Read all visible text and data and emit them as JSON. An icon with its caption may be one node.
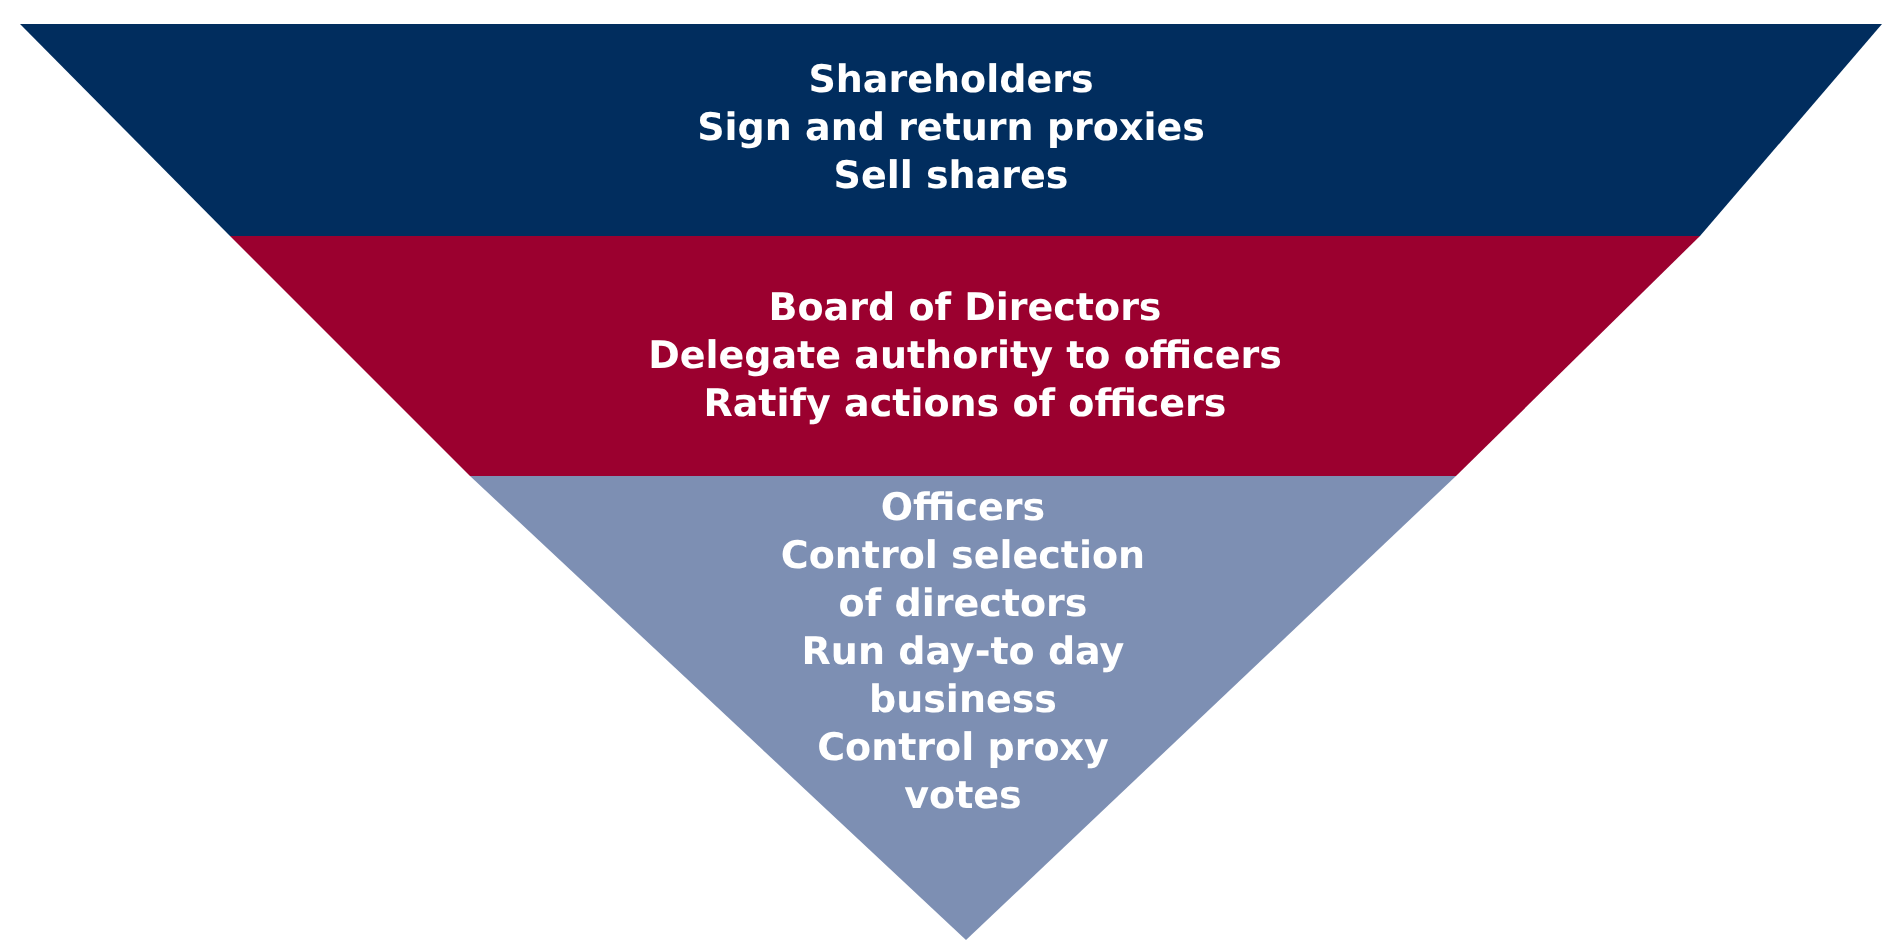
{
  "diagram": {
    "nodes": [
      {
        "text": [
          "Shareholders",
          "Sign and return proxies",
          "Sell shares"
        ]
      },
      {
        "text": [
          "Board of Directors",
          "Delegate authority to officers",
          "Ratify actions of officers"
        ]
      },
      {
        "text": [
          "Officers",
          "Control selection of directors",
          "Run day-to day business",
          "Control proxy votes"
        ]
      }
    ],
    "edges": []
  }
}
